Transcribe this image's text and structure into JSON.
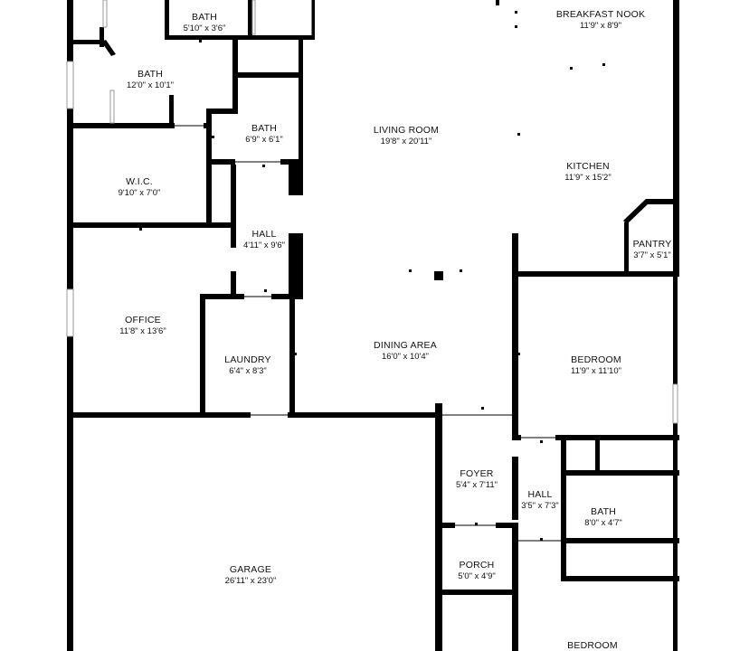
{
  "floorplan": {
    "colors": {
      "wall": "#000000",
      "background": "#ffffff",
      "opening": "#9a9a9a"
    },
    "rooms": [
      {
        "id": "bath-top",
        "name": "BATH",
        "dims": "5'10\" x 3'6\""
      },
      {
        "id": "breakfast-nook",
        "name": "BREAKFAST NOOK",
        "dims": "11'9\" x 8'9\""
      },
      {
        "id": "bath-master",
        "name": "BATH",
        "dims": "12'0\" x 10'1\""
      },
      {
        "id": "living-room",
        "name": "LIVING ROOM",
        "dims": "19'8\" x 20'11\""
      },
      {
        "id": "bath-hall",
        "name": "BATH",
        "dims": "6'9\" x 6'1\""
      },
      {
        "id": "kitchen",
        "name": "KITCHEN",
        "dims": "11'9\" x 15'2\""
      },
      {
        "id": "wic",
        "name": "W.I.C.",
        "dims": "9'10\" x 7'0\""
      },
      {
        "id": "hall-north",
        "name": "HALL",
        "dims": "4'11\" x 9'6\""
      },
      {
        "id": "pantry",
        "name": "PANTRY",
        "dims": "3'7\" x 5'1\""
      },
      {
        "id": "office",
        "name": "OFFICE",
        "dims": "11'8\" x 13'6\""
      },
      {
        "id": "laundry",
        "name": "LAUNDRY",
        "dims": "6'4\" x 8'3\""
      },
      {
        "id": "dining-area",
        "name": "DINING AREA",
        "dims": "16'0\" x 10'4\""
      },
      {
        "id": "bedroom-east",
        "name": "BEDROOM",
        "dims": "11'9\" x 11'10\""
      },
      {
        "id": "foyer",
        "name": "FOYER",
        "dims": "5'4\" x 7'11\""
      },
      {
        "id": "hall-south",
        "name": "HALL",
        "dims": "3'5\" x 7'3\""
      },
      {
        "id": "bath-south",
        "name": "BATH",
        "dims": "8'0\" x 4'7\""
      },
      {
        "id": "porch",
        "name": "PORCH",
        "dims": "5'0\" x 4'9\""
      },
      {
        "id": "garage",
        "name": "GARAGE",
        "dims": "26'11\" x 23'0\""
      },
      {
        "id": "bedroom-south",
        "name": "BEDROOM",
        "dims": ""
      }
    ]
  }
}
